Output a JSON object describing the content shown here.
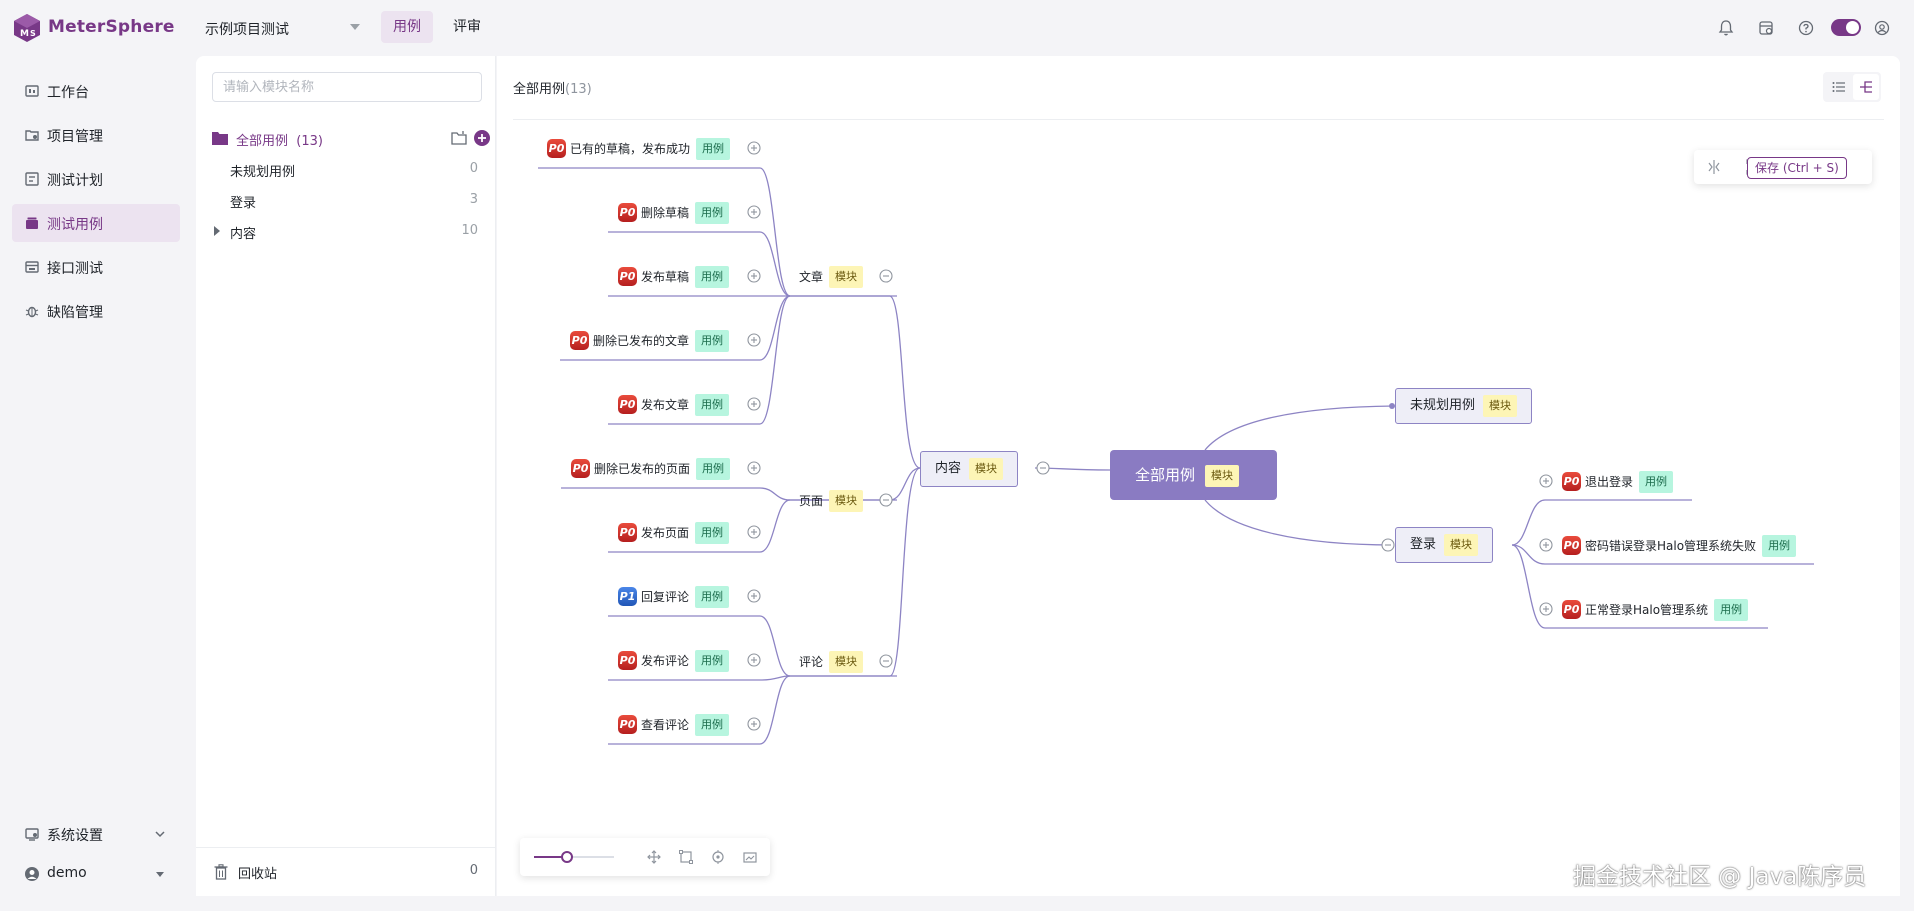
{
  "app": {
    "name": "MeterSphere",
    "project": "示例项目测试"
  },
  "top_tabs": [
    {
      "label": "用例",
      "active": true
    },
    {
      "label": "评审",
      "active": false
    }
  ],
  "nav": {
    "items": [
      {
        "label": "工作台",
        "icon": "dashboard-icon"
      },
      {
        "label": "项目管理",
        "icon": "project-icon"
      },
      {
        "label": "测试计划",
        "icon": "test-plan-icon"
      },
      {
        "label": "测试用例",
        "icon": "test-case-icon",
        "active": true
      },
      {
        "label": "接口测试",
        "icon": "api-test-icon"
      },
      {
        "label": "缺陷管理",
        "icon": "bug-icon"
      }
    ],
    "settings_label": "系统设置",
    "user_label": "demo"
  },
  "module_panel": {
    "search_placeholder": "请输入模块名称",
    "root": {
      "label": "全部用例",
      "count": "(13)"
    },
    "nodes": [
      {
        "label": "未规划用例",
        "count": "0"
      },
      {
        "label": "登录",
        "count": "3"
      },
      {
        "label": "内容",
        "count": "10",
        "collapsed": true
      }
    ],
    "recycle": {
      "label": "回收站",
      "count": "0"
    }
  },
  "main": {
    "title": "全部用例",
    "title_count": "(13)",
    "save_label": "保存 (Ctrl + S)"
  },
  "mindmap": {
    "root": {
      "label": "全部用例",
      "tag": "模块"
    },
    "module_tag": "模块",
    "case_tag": "用例",
    "modules": [
      {
        "label": "内容"
      },
      {
        "label": "未规划用例"
      },
      {
        "label": "登录"
      },
      {
        "label": "文章"
      },
      {
        "label": "页面"
      },
      {
        "label": "评论"
      }
    ],
    "cases": [
      {
        "priority": "P0",
        "label": "已有的草稿，发布成功"
      },
      {
        "priority": "P0",
        "label": "删除草稿"
      },
      {
        "priority": "P0",
        "label": "发布草稿"
      },
      {
        "priority": "P0",
        "label": "删除已发布的文章"
      },
      {
        "priority": "P0",
        "label": "发布文章"
      },
      {
        "priority": "P0",
        "label": "删除已发布的页面"
      },
      {
        "priority": "P0",
        "label": "发布页面"
      },
      {
        "priority": "P1",
        "label": "回复评论"
      },
      {
        "priority": "P0",
        "label": "发布评论"
      },
      {
        "priority": "P0",
        "label": "查看评论"
      },
      {
        "priority": "P0",
        "label": "退出登录"
      },
      {
        "priority": "P0",
        "label": "密码错误登录Halo管理系统失败"
      },
      {
        "priority": "P0",
        "label": "正常登录Halo管理系统"
      }
    ]
  },
  "watermark": "掘金技术社区 @ Java陈序员",
  "colors": {
    "brand": "#783887",
    "root_node": "#8a7bc2",
    "case_tag": "#b7f5df",
    "module_tag": "#fdf5b6",
    "edge": "#8d84c4"
  }
}
